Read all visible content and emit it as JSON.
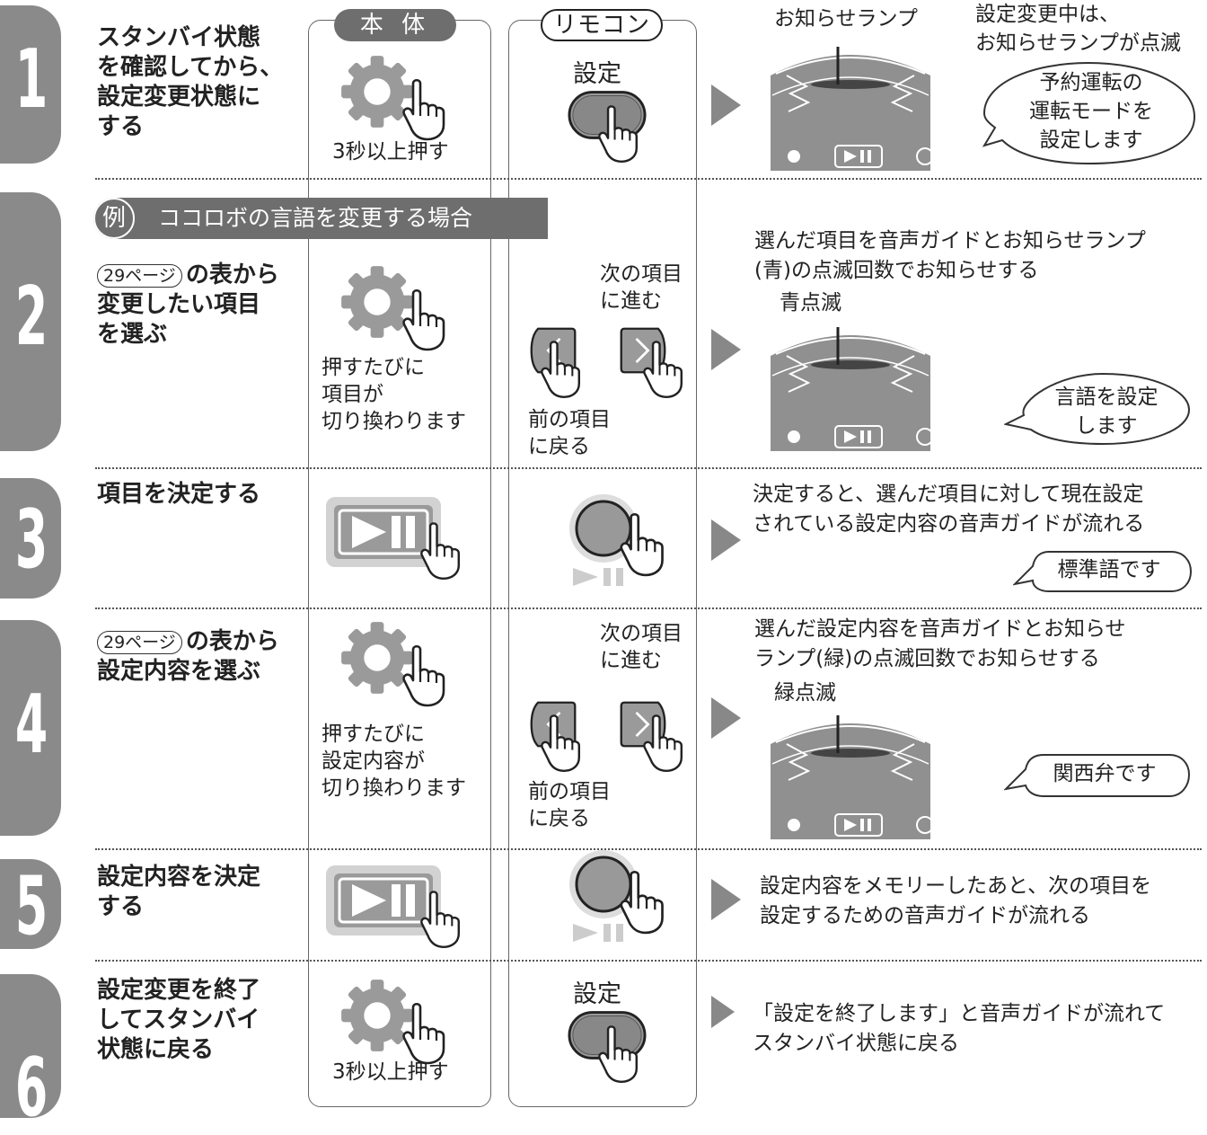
{
  "headers": {
    "main_unit": "本 体",
    "remote": "リモコン"
  },
  "example": {
    "badge": "例",
    "text": "ココロボの言語を変更する場合"
  },
  "page_ref": "29ページ",
  "steps": [
    {
      "number": "1",
      "title": "スタンバイ状態\nを確認してから、\n設定変更状態に\nする",
      "main_caption": "3秒以上押す",
      "remote_label": "設定",
      "lamp_label": "お知らせランプ",
      "note": "設定変更中は、\nお知らせランプが点滅",
      "bubble": "予約運転の\n運転モードを\n設定します"
    },
    {
      "number": "2",
      "title_suffix": "の表から\n変更したい項目\nを選ぶ",
      "main_caption": "押すたびに\n項目が\n切り換わります",
      "remote_next": "次の項目\nに進む",
      "remote_prev": "前の項目\nに戻る",
      "desc": "選んだ項目を音声ガイドとお知らせランプ\n(青)の点滅回数でお知らせする",
      "lamp_label": "青点滅",
      "bubble": "言語を設定\nします"
    },
    {
      "number": "3",
      "title": "項目を決定する",
      "desc": "決定すると、選んだ項目に対して現在設定\nされている設定内容の音声ガイドが流れる",
      "bubble": "標準語です"
    },
    {
      "number": "4",
      "title_suffix": "の表から\n設定内容を選ぶ",
      "main_caption": "押すたびに\n設定内容が\n切り換わります",
      "remote_next": "次の項目\nに進む",
      "remote_prev": "前の項目\nに戻る",
      "desc": "選んだ設定内容を音声ガイドとお知らせ\nランプ(緑)の点滅回数でお知らせする",
      "lamp_label": "緑点滅",
      "bubble": "関西弁です"
    },
    {
      "number": "5",
      "title": "設定内容を決定\nする",
      "desc": "設定内容をメモリーしたあと、次の項目を\n設定するための音声ガイドが流れる"
    },
    {
      "number": "6",
      "title": "設定変更を終了\nしてスタンバイ\n状態に戻る",
      "main_caption": "3秒以上押す",
      "remote_label": "設定",
      "desc": "「設定を終了します」と音声ガイドが流れて\nスタンバイ状態に戻る"
    }
  ],
  "colors": {
    "tab": "#8a8a8a",
    "header_fill": "#6e6e6e",
    "icon_gray": "#999999"
  },
  "icons": [
    "gear-icon",
    "hand-pointer-icon",
    "play-pause-icon",
    "left-arrow-icon",
    "right-arrow-icon",
    "timer-icon",
    "play-arrow-icon"
  ]
}
